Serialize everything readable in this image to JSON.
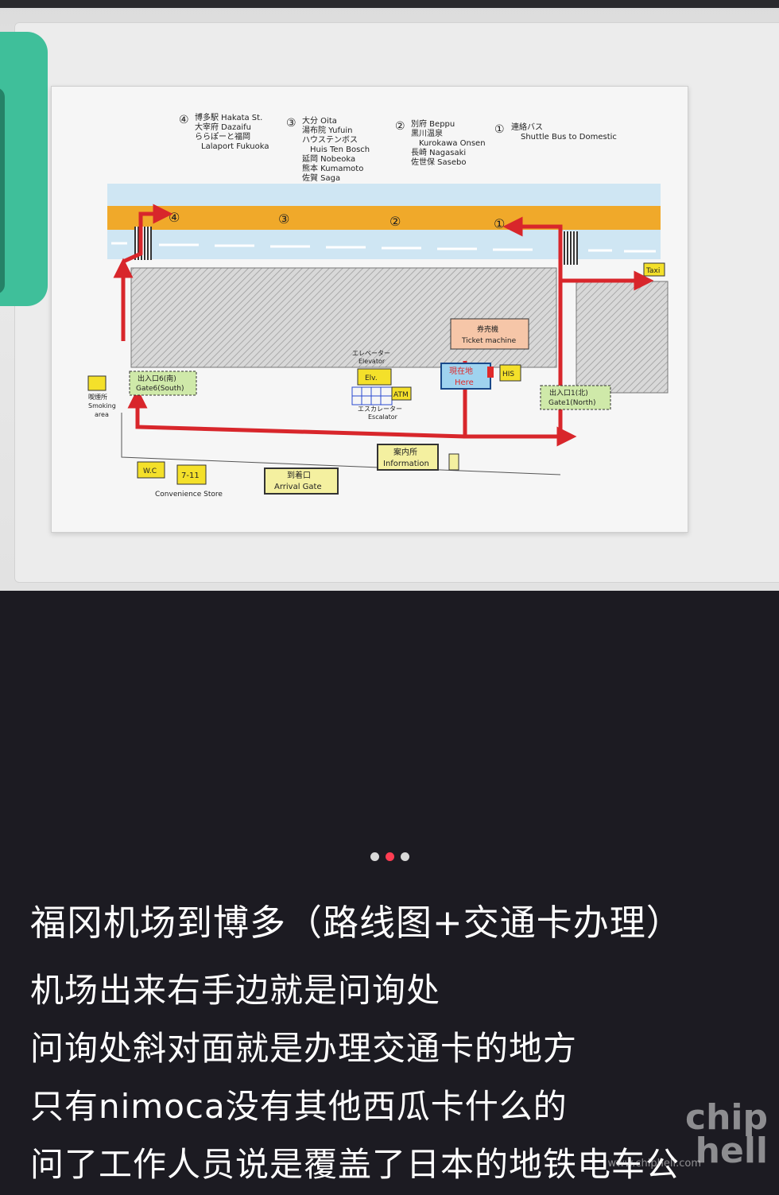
{
  "photo": {
    "map": {
      "legend": [
        {
          "num": "④",
          "lines": [
            "博多駅  Hakata St.",
            "大宰府  Dazaifu",
            "ららぽーと福岡",
            "Lalaport Fukuoka"
          ]
        },
        {
          "num": "③",
          "lines": [
            "大分  Oita",
            "湯布院  Yufuin",
            "ハウステンボス",
            "Huis Ten Bosch",
            "延岡  Nobeoka",
            "熊本  Kumamoto",
            "佐賀  Saga"
          ]
        },
        {
          "num": "②",
          "lines": [
            "別府  Beppu",
            "黒川温泉",
            "Kurokawa Onsen",
            "長崎  Nagasaki",
            "佐世保  Sasebo"
          ]
        },
        {
          "num": "①",
          "lines": [
            "連絡バス",
            "Shuttle Bus to Domestic"
          ]
        }
      ],
      "stops": [
        "④",
        "③",
        "②",
        "①"
      ],
      "taxi": "Taxi",
      "ticket_machine_jp": "券売機",
      "ticket_machine_en": "Ticket machine",
      "here_jp": "現在地",
      "here_en": "Here",
      "his": "HIS",
      "elevator_jp": "エレベーター",
      "elevator_en": "Elevator",
      "elv": "Elv.",
      "atm": "ATM",
      "escalator_jp": "エスカレーター",
      "escalator_en": "Escalator",
      "gate6_jp": "出入口6(南)",
      "gate6_en": "Gate6(South)",
      "gate1_jp": "出入口1(北)",
      "gate1_en": "Gate1(North)",
      "smoking_jp": "喫煙所",
      "smoking_en1": "Smoking",
      "smoking_en2": "area",
      "info_jp": "案内所",
      "info_en": "Information",
      "wc": "W.C",
      "seven": "7-11",
      "convenience": "Convenience Store",
      "arrival_jp": "到着口",
      "arrival_en": "Arrival Gate"
    }
  },
  "carousel": {
    "count": 3,
    "active_index": 1
  },
  "post": {
    "title": "福冈机场到博多（路线图+交通卡办理）",
    "lines": [
      "机场出来右手边就是问询处",
      "问询处斜对面就是办理交通卡的地方",
      "只有nimoca没有其他西瓜卡什么的",
      "问了工作人员说是覆盖了日本的地铁电车公"
    ]
  },
  "watermark": {
    "logo_top": "chip",
    "logo_bottom": "hell",
    "url": "www.chiphell.com"
  },
  "colors": {
    "accent": "#ff3d52",
    "background": "#1c1b22",
    "route": "#d8262b",
    "bus_lane": "#f0a92a",
    "road": "#cfe6f3"
  }
}
